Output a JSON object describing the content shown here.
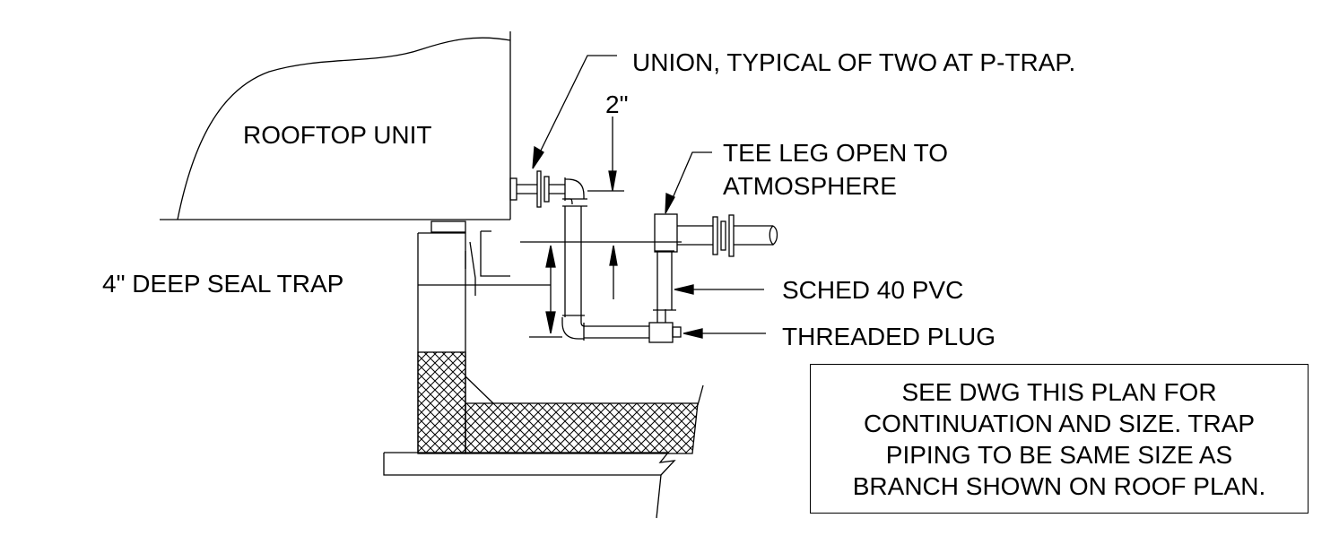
{
  "labels": {
    "rooftop_unit": "ROOFTOP UNIT",
    "union": "UNION, TYPICAL OF TWO AT P-TRAP.",
    "dim_2in": "2\"",
    "tee_leg_line1": "TEE LEG OPEN TO",
    "tee_leg_line2": "ATMOSPHERE",
    "deep_seal": "4\" DEEP SEAL TRAP",
    "sched40": "SCHED 40 PVC",
    "plug": "THREADED PLUG"
  },
  "note": {
    "lines": [
      "SEE DWG THIS PLAN FOR",
      "CONTINUATION AND SIZE. TRAP",
      "PIPING TO BE SAME SIZE AS",
      "BRANCH SHOWN ON ROOF PLAN."
    ]
  },
  "colors": {
    "line": "#000000",
    "background": "#ffffff"
  }
}
